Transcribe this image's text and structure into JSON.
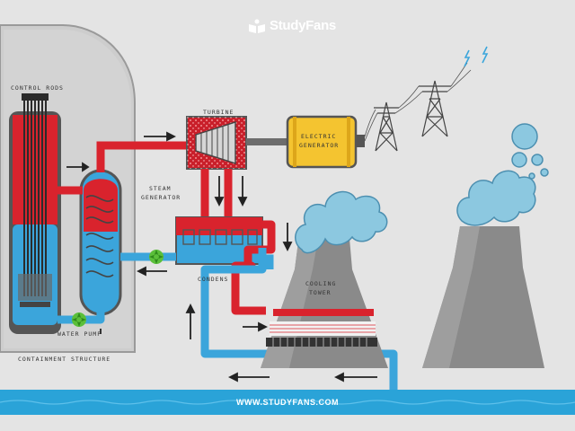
{
  "brand": {
    "logo_text": "StudyFans",
    "url": "WWW.STUDYFANS.COM"
  },
  "labels": {
    "control_rods": "CONTROL RODS",
    "turbine": "TURBINE",
    "electric_generator_1": "ELECTRIC",
    "electric_generator_2": "GENERATOR",
    "steam_generator_1": "STEAM",
    "steam_generator_2": "GENERATOR",
    "condens": "CONDENS",
    "cooling_tower_1": "COOLING",
    "cooling_tower_2": "TOWER",
    "water_pump": "WATER PUMP",
    "containment_structure": "CONTAINMENT STRUCTURE"
  },
  "colors": {
    "hot": "#d9232d",
    "cold": "#3ba5db",
    "turbine": "#c91f2a",
    "generator": "#f4c430",
    "tower": "#8a8a8a",
    "steam": "#8cc8e0",
    "water": "#2aa3d8"
  }
}
